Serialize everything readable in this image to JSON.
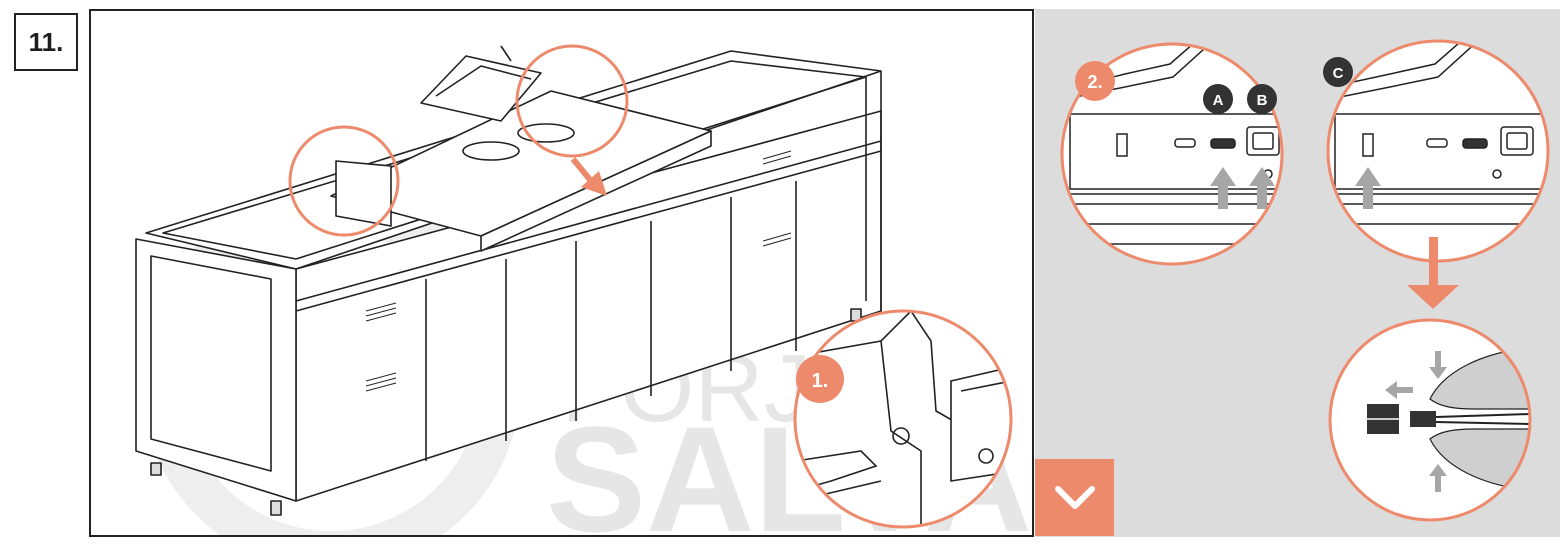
{
  "step": {
    "number": "11."
  },
  "watermark": {
    "line1": "FORJAS",
    "line2": "SALVA"
  },
  "main_detail": {
    "callout": "1."
  },
  "side": {
    "callout": "2.",
    "port_labels": [
      "A",
      "B",
      "C"
    ]
  },
  "colors": {
    "accent": "#ee8a6c",
    "panel_gray": "#dcdcdc",
    "line": "#222222",
    "badge_dark": "#333333",
    "arrow_gray": "#a6a6a6"
  },
  "icons": {
    "toggle": "chevron-down-icon"
  }
}
